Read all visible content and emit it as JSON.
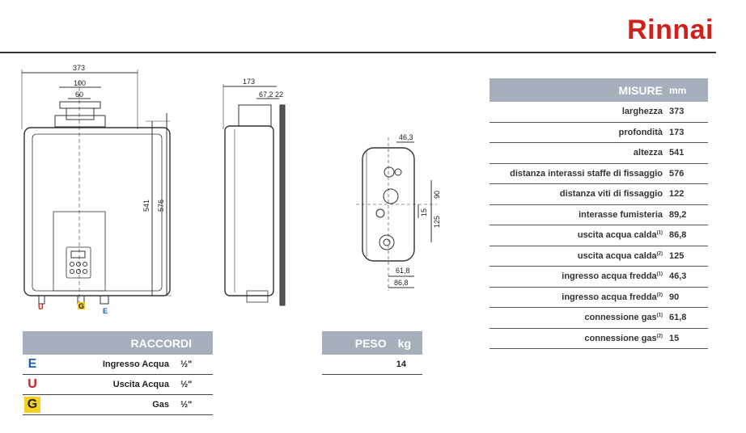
{
  "brand": {
    "name": "Rinnai",
    "color": "#d0201c"
  },
  "dims_front": {
    "width": "373",
    "flue_outer": "100",
    "flue_inner": "60",
    "height": "541",
    "bracket_distance": "576"
  },
  "front_labels": {
    "u": "U",
    "g": "G",
    "e": "E"
  },
  "dims_side": {
    "depth": "173",
    "flue_offset": "67,2",
    "wall_gap": "22"
  },
  "dims_bottom": {
    "d1": "46,3",
    "d2": "90",
    "d3": "15",
    "d4": "125",
    "d5": "61,8",
    "d6": "86,8"
  },
  "misure": {
    "title": "MISURE",
    "unit": "mm",
    "rows": [
      {
        "label": "larghezza",
        "sup": "",
        "value": "373"
      },
      {
        "label": "profondità",
        "sup": "",
        "value": "173"
      },
      {
        "label": "altezza",
        "sup": "",
        "value": "541"
      },
      {
        "label": "distanza interassi staffe di fissaggio",
        "sup": "",
        "value": "576"
      },
      {
        "label": "distanza viti di fissaggio",
        "sup": "",
        "value": "122"
      },
      {
        "label": "interasse fumisteria",
        "sup": "",
        "value": "89,2"
      },
      {
        "label": "uscita acqua calda",
        "sup": "(1)",
        "value": "86,8"
      },
      {
        "label": "uscita acqua calda",
        "sup": "(2)",
        "value": "125"
      },
      {
        "label": "ingresso acqua fredda",
        "sup": "(1)",
        "value": "46,3"
      },
      {
        "label": "ingresso acqua fredda",
        "sup": "(2)",
        "value": "90"
      },
      {
        "label": "connessione gas",
        "sup": "(1)",
        "value": "61,8"
      },
      {
        "label": "connessione gas",
        "sup": "(2)",
        "value": "15"
      }
    ]
  },
  "raccordi": {
    "title": "RACCORDI",
    "rows": [
      {
        "letter": "E",
        "name": "Ingresso Acqua",
        "size": "½\"",
        "color": "#1a5fb4",
        "bg": ""
      },
      {
        "letter": "U",
        "name": "Uscita Acqua",
        "size": "½\"",
        "color": "#c8201c",
        "bg": ""
      },
      {
        "letter": "G",
        "name": "Gas",
        "size": "½\"",
        "color": "#222222",
        "bg": "#f5d020"
      }
    ]
  },
  "peso": {
    "title": "PESO",
    "unit": "kg",
    "value": "14"
  }
}
